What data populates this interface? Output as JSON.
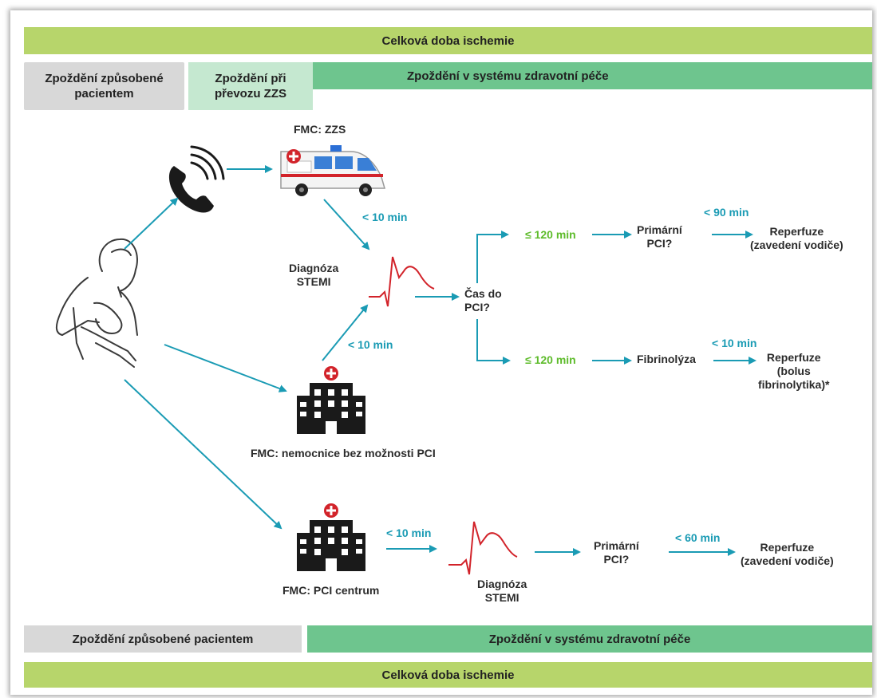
{
  "header": {
    "top_title": "Celková doba ischemie",
    "patient_delay": "Zpoždění způsobené pacientem",
    "transport_delay": "Zpoždění při převozu ZZS",
    "system_delay": "Zpoždění v systému zdravotní péče"
  },
  "footer": {
    "patient_delay": "Zpoždění způsobené pacientem",
    "system_delay": "Zpoždění v systému zdravotní péče",
    "bottom_title": "Celková doba ischemie"
  },
  "nodes": {
    "fmc_zzs": "FMC: ZZS",
    "diagnosis_stemi_1": "Diagnóza\nSTEMI",
    "time_to_pci": "Čas do\nPCI?",
    "primary_pci_1": "Primární\nPCI?",
    "reperfusion_wire_1": "Reperfuze\n(zavedení vodiče)",
    "fibrinolysis": "Fibrinolýza",
    "reperfusion_bolus": "Reperfuze\n(bolus\nfibrinolytika)*",
    "fmc_no_pci": "FMC: nemocnice bez možnosti PCI",
    "fmc_pci_centre": "FMC: PCI centrum",
    "diagnosis_stemi_2": "Diagnóza\nSTEMI",
    "primary_pci_2": "Primární\nPCI?",
    "reperfusion_wire_2": "Reperfuze\n(zavedení vodiče)"
  },
  "times": {
    "ambulance_to_diagnosis": "< 10 min",
    "hospital_to_diagnosis": "< 10 min",
    "upper_branch": "≤ 120 min",
    "lower_branch": "≤ 120 min",
    "pci_to_reperfusion": "< 90 min",
    "fibrinolysis_to_reperfusion": "< 10 min",
    "centre_to_diagnosis": "< 10 min",
    "centre_pci_to_reperfusion": "< 60 min"
  },
  "colors": {
    "lime": "#b7d56b",
    "green": "#6ec58e",
    "light_green": "#c5e8d0",
    "gray": "#d8d8d8",
    "arrow": "#1a9bb4",
    "ecg": "#d2232a",
    "green_text": "#5dbb2a"
  },
  "icons": [
    "phone-icon",
    "ambulance-icon",
    "patient-chest-pain-icon",
    "hospital-icon",
    "ecg-icon"
  ]
}
